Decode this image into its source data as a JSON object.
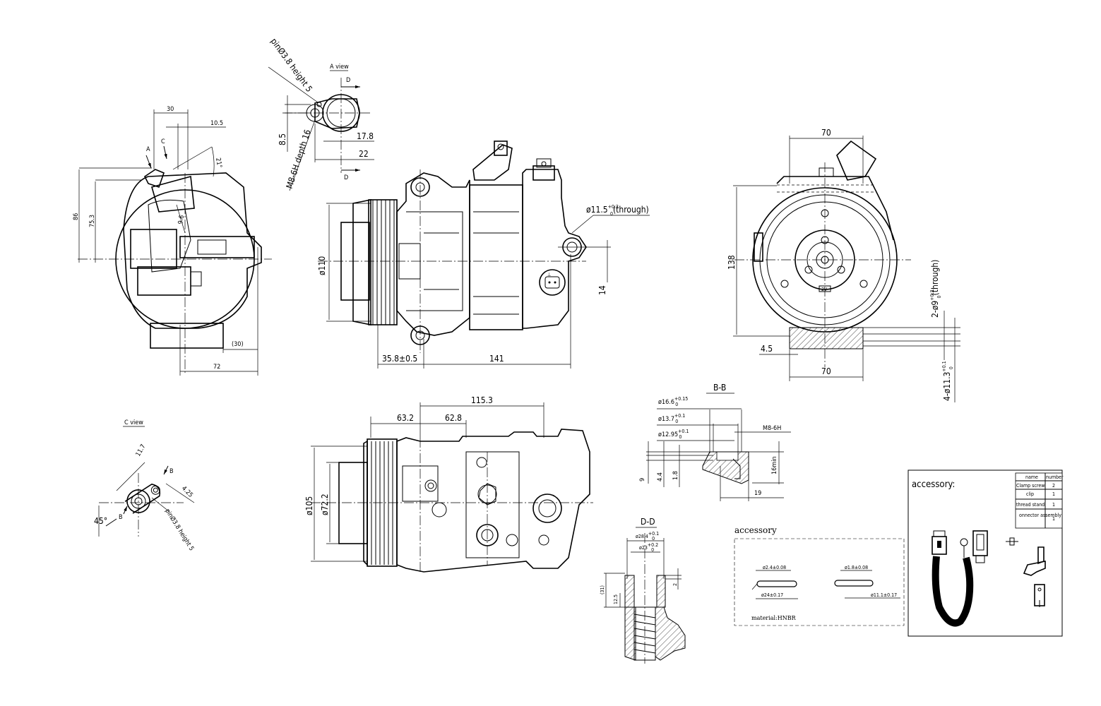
{
  "views": {
    "a_view": {
      "title": "A view",
      "section_mark_top": "D",
      "section_mark_bottom": "D"
    },
    "c_view": {
      "title": "C view"
    },
    "bb": {
      "title": "B-B"
    },
    "dd": {
      "title": "D-D"
    }
  },
  "dims": {
    "pin_top": "pinØ3.8 height 5",
    "d8_5": "8.5",
    "thread_depth": "M8-6H depth 16",
    "d17_8": "17.8",
    "d22": "22",
    "d30": "30",
    "d10_5": "10.5",
    "arrow_a": "A",
    "arrow_c": "C",
    "angle21": "21°",
    "d86": "86",
    "d75_3": "75.3",
    "d9_6": "9.6",
    "d30p": "(30)",
    "d72": "72",
    "phi110": "ø110",
    "phi11_5": "ø11.5",
    "phi11_5_tol": "+0.3",
    "phi11_5_tol0": "0",
    "through": "(through)",
    "d14": "14",
    "d35_8": "35.8±0.5",
    "d141": "141",
    "d70_top": "70",
    "d138": "138",
    "d4_5": "4.5",
    "d70_bot": "70",
    "two_phi9": "2-ø9",
    "two_phi9_tol": "+0.3",
    "two_phi9_tol0": "0",
    "two_phi9_note": "(through)",
    "four_phi11_3": "4-ø11.3",
    "four_phi11_3_tol": "+0.1",
    "four_phi11_3_tol0": "0",
    "d115_3": "115.3",
    "d63_2": "63.2",
    "d62_8": "62.8",
    "phi105": "ø105",
    "phi72_2": "ø72.2",
    "phi16_6": "ø16.6",
    "phi16_6_tol": "+0.15",
    "phi16_6_tol0": "0",
    "phi13_7": "ø13.7",
    "phi13_7_tol": "+0.1",
    "phi13_7_tol0": "0",
    "phi12_95": "ø12.95",
    "phi12_95_tol": "+0.1",
    "phi12_95_tol0": "0",
    "m8": "M8-6H",
    "d9": "9",
    "d4_4": "4.4",
    "d1_8": "1.8",
    "d16min": "16min",
    "d19": "19",
    "c11_7": "11.7",
    "c4_25": "4.25",
    "c45": "45°",
    "c_b1": "B",
    "c_b2": "B",
    "c_pin": "pinØ3.8 height 5",
    "phi28_4": "ø28.4",
    "phi28_4_tol": "+0.1",
    "phi28_4_tol0": "0",
    "phi23": "ø23",
    "phi23_tol": "+0.2",
    "phi23_tol0": "0",
    "dd31": "(31)",
    "dd12_5": "12.5",
    "dd2": "2"
  },
  "oring_note": {
    "title": "accessory",
    "ring1_wire": "ø2.4±0.08",
    "ring1_id": "ø24±0.17",
    "ring2_wire": "ø1.8±0.08",
    "ring2_id": "ø11.1±0.17",
    "material": "material:HNBR"
  },
  "accessory": {
    "title": "accessory:",
    "table_headers": [
      "name",
      "number"
    ],
    "rows": [
      {
        "name": "Clamp screw",
        "number": "2"
      },
      {
        "name": "clip",
        "number": "1"
      },
      {
        "name": "thread stand",
        "number": "1"
      },
      {
        "name": "onnector assembly",
        "number": "1"
      }
    ]
  },
  "plug_label": "2V"
}
